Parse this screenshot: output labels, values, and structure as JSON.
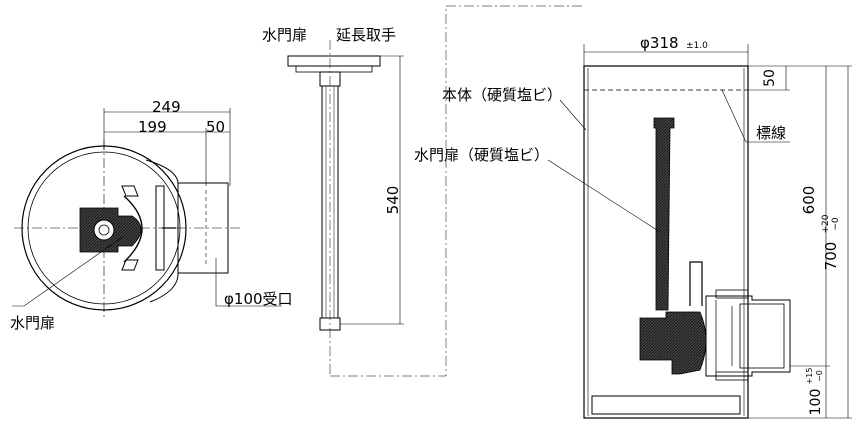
{
  "labels": {
    "water_gate_door": "水門扉",
    "extension_handle": "延長取手",
    "dim_249": "249",
    "dim_199": "199",
    "dim_50_top": "50",
    "dim_540": "540",
    "phi318": "φ318",
    "phi318_tol": "±1.0",
    "dim_50_right": "50",
    "body_pvc": "本体（硬質塩ビ）",
    "gate_pvc": "水門扉（硬質塩ビ）",
    "marker_line": "標線",
    "dim_600": "600",
    "dim_700": "700",
    "dim_700_tol_plus": "+20",
    "dim_700_tol_minus": "−0",
    "dim_100": "100",
    "dim_100_tol_plus": "+15",
    "dim_100_tol_minus": "−0",
    "inlet": "φ100受口",
    "water_gate_door_left": "水門扉"
  }
}
